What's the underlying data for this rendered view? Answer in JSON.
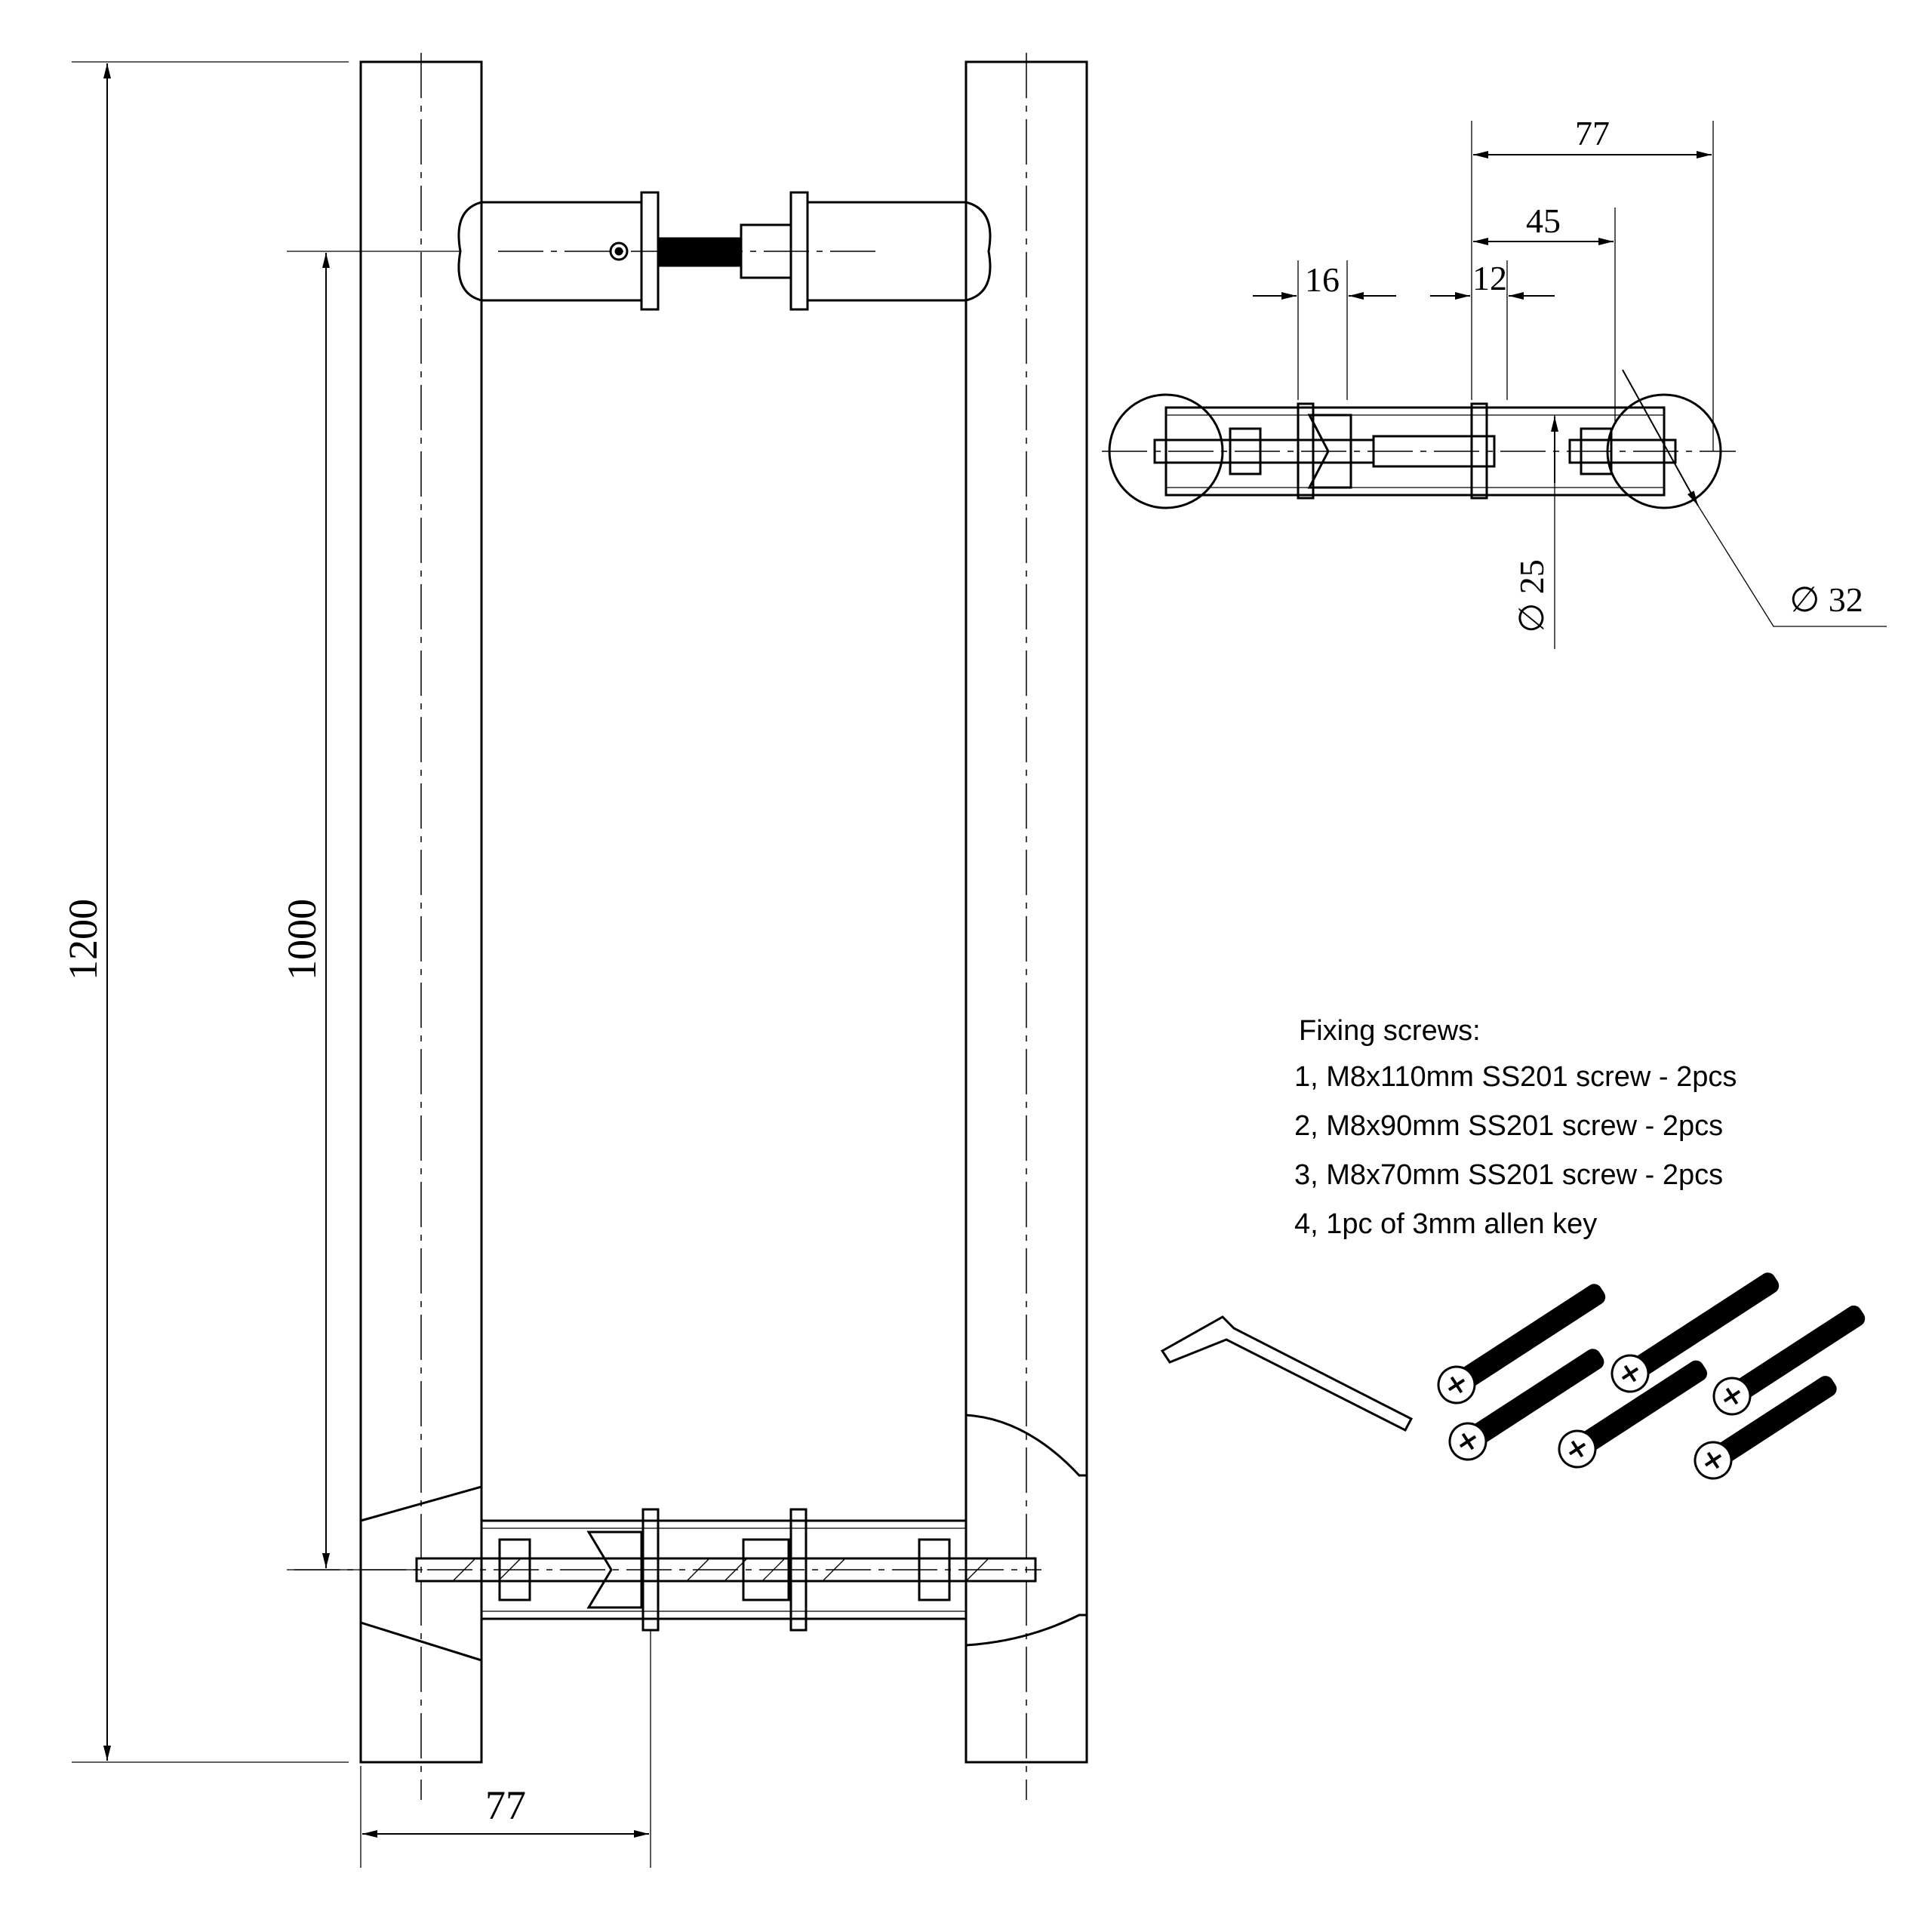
{
  "dimensions": {
    "overall_length": "1200",
    "center_distance": "1000",
    "projection_main": "77",
    "projection_top": "77",
    "offset_45": "45",
    "width_16": "16",
    "width_12": "12",
    "bar_dia_label": "∅ 25",
    "tube_dia_label": "∅ 32"
  },
  "notes": {
    "title": "Fixing screws:",
    "items": [
      "1, M8x110mm SS201 screw  - 2pcs",
      "2, M8x90mm SS201 screw - 2pcs",
      "3, M8x70mm SS201 screw - 2pcs",
      "4, 1pc of 3mm allen key"
    ]
  },
  "accessories": {
    "allen_key_icon": "allen-key-icon",
    "screw_icon": "screw-icon",
    "screw_count": 6
  }
}
